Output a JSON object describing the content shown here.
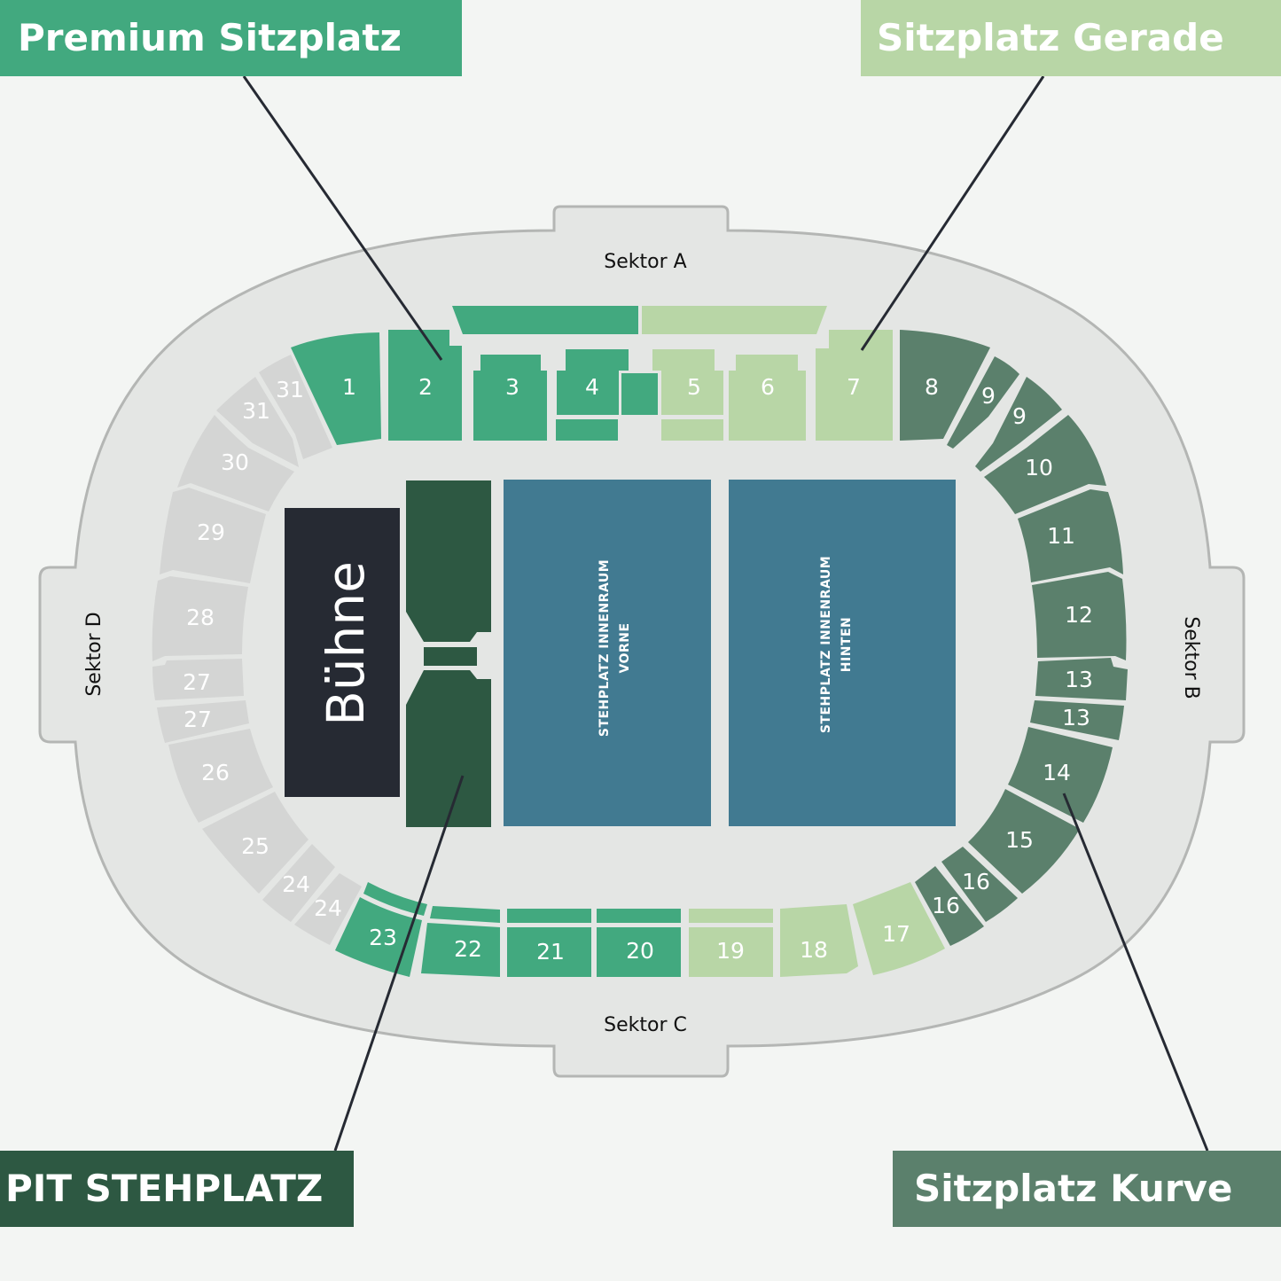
{
  "colors": {
    "background": "#f3f5f3",
    "concourse": "#e4e6e4",
    "outline": "#b4b6b4",
    "unavailable": "#d4d5d4",
    "premium": "#42a97f",
    "gerade": "#b8d6a6",
    "kurve": "#5b806c",
    "pit": "#2d5842",
    "innenraum": "#417a91",
    "stage": "#262a33"
  },
  "callouts": {
    "premium": "Premium Sitzplatz",
    "gerade": "Sitzplatz Gerade",
    "pit": "PIT STEHPLATZ",
    "kurve": "Sitzplatz Kurve"
  },
  "sectors": {
    "a": "Sektor A",
    "b": "Sektor B",
    "c": "Sektor C",
    "d": "Sektor D"
  },
  "stage": "Bühne",
  "standing": {
    "vorne_line1": "STEHPLATZ INNENRAUM",
    "vorne_line2": "VORNE",
    "hinten_line1": "STEHPLATZ INNENRAUM",
    "hinten_line2": "HINTEN"
  },
  "blocks": {
    "premium": [
      "1",
      "2",
      "3",
      "4",
      "20",
      "21",
      "22",
      "23"
    ],
    "gerade": [
      "5",
      "6",
      "7",
      "17",
      "18",
      "19"
    ],
    "kurve": [
      "8",
      "9",
      "9",
      "10",
      "11",
      "12",
      "13",
      "13",
      "14",
      "15",
      "16",
      "16"
    ],
    "unavailable": [
      "24",
      "24",
      "25",
      "26",
      "27",
      "27",
      "28",
      "29",
      "30",
      "31",
      "31"
    ]
  }
}
